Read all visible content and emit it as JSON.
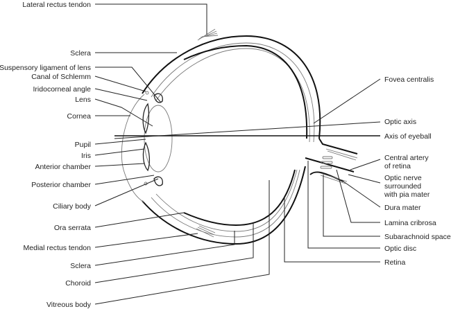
{
  "title": "Cross-section of the eyeball",
  "labels_left": [
    "Lateral rectus tendon",
    "Sclera",
    "Suspensory ligament of lens",
    "Canal of Schlemm",
    "Iridocorneal angle",
    "Lens",
    "Cornea",
    "Pupil",
    "Iris",
    "Anterior chamber",
    "Posterior chamber",
    "Ciliary body",
    "Ora serrata",
    "Medial rectus tendon",
    "Sclera",
    "Choroid",
    "Vitreous body"
  ],
  "labels_right": [
    "Fovea centralis",
    "Optic axis",
    "Axis of eyeball",
    "Central artery",
    "of retina",
    "Optic nerve",
    "surrounded",
    "with pia mater",
    "Dura mater",
    "Lamina cribrosa",
    "Subarachnoid space",
    "Optic disc",
    "Retina"
  ]
}
